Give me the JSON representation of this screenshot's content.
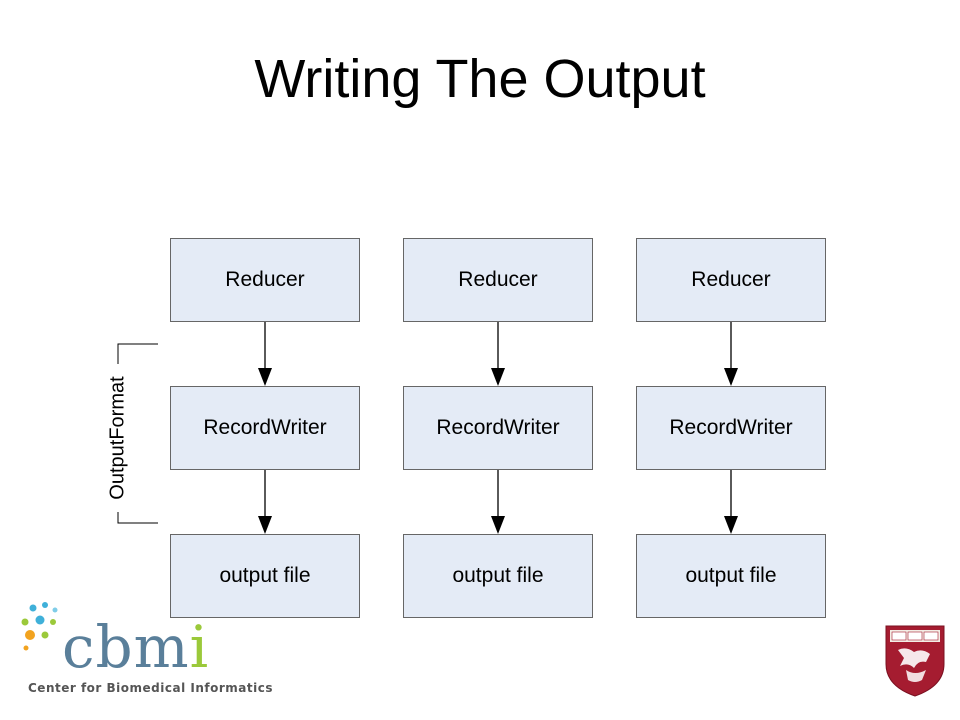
{
  "slide": {
    "title": "Writing The Output"
  },
  "diagram": {
    "columns": [
      {
        "reducer": "Reducer",
        "writer": "RecordWriter",
        "output": "output file"
      },
      {
        "reducer": "Reducer",
        "writer": "RecordWriter",
        "output": "output file"
      },
      {
        "reducer": "Reducer",
        "writer": "RecordWriter",
        "output": "output file"
      }
    ],
    "bracket_label": "OutputFormat"
  },
  "logos": {
    "cbmi_word_main": "cbm",
    "cbmi_word_i": "i",
    "cbmi_subtitle": "Center for Biomedical Informatics",
    "shield_icon": "harvard-shield-icon"
  },
  "colors": {
    "box_fill": "#e4ebf6",
    "box_border": "#666666",
    "cbmi_blue": "#5a7f9a",
    "cbmi_green": "#9bc93a",
    "shield_red": "#a51c30"
  }
}
